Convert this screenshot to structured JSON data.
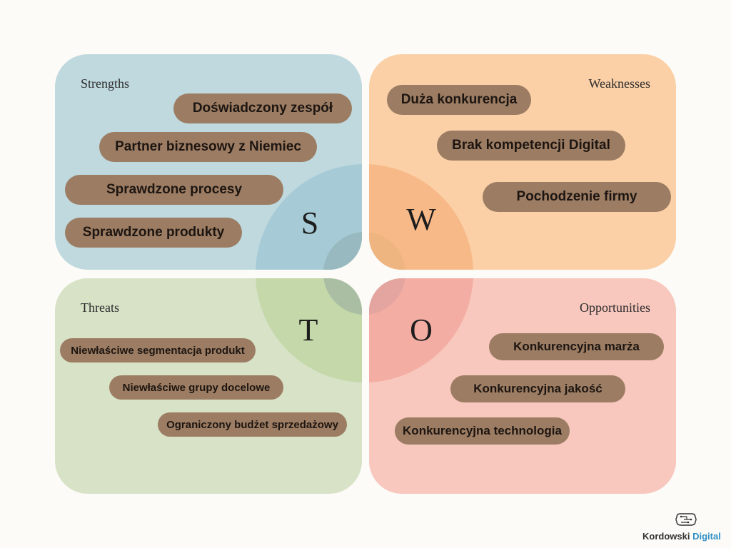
{
  "strengths": {
    "title": "Strengths",
    "letter": "S",
    "items": [
      "Doświadczony zespół",
      "Partner biznesowy z Niemiec",
      "Sprawdzone procesy",
      "Sprawdzone produkty"
    ]
  },
  "weaknesses": {
    "title": "Weaknesses",
    "letter": "W",
    "items": [
      "Duża konkurencja",
      "Brak kompetencji Digital",
      "Pochodzenie firmy"
    ]
  },
  "threats": {
    "title": "Threats",
    "letter": "T",
    "items": [
      "Niewłaściwe segmentacja produkt",
      "Niewłaściwe grupy docelowe",
      "Ograniczony budżet sprzedażowy"
    ]
  },
  "opportunities": {
    "title": "Opportunities",
    "letter": "O",
    "items": [
      "Konkurencyjna marża",
      "Konkurencyjna jakość",
      "Konkurencyjna technologia"
    ]
  },
  "brand": {
    "name_main": "Kordowski ",
    "name_accent": "Digital",
    "icon": "brain-circuit-icon"
  },
  "colors": {
    "strengths": "#bfd9de",
    "weaknesses": "#fbd0a6",
    "threats": "#d7e2c7",
    "opportunities": "#f8c7bd",
    "pill": "#9c7d63",
    "brand_accent": "#2f8fc4"
  }
}
